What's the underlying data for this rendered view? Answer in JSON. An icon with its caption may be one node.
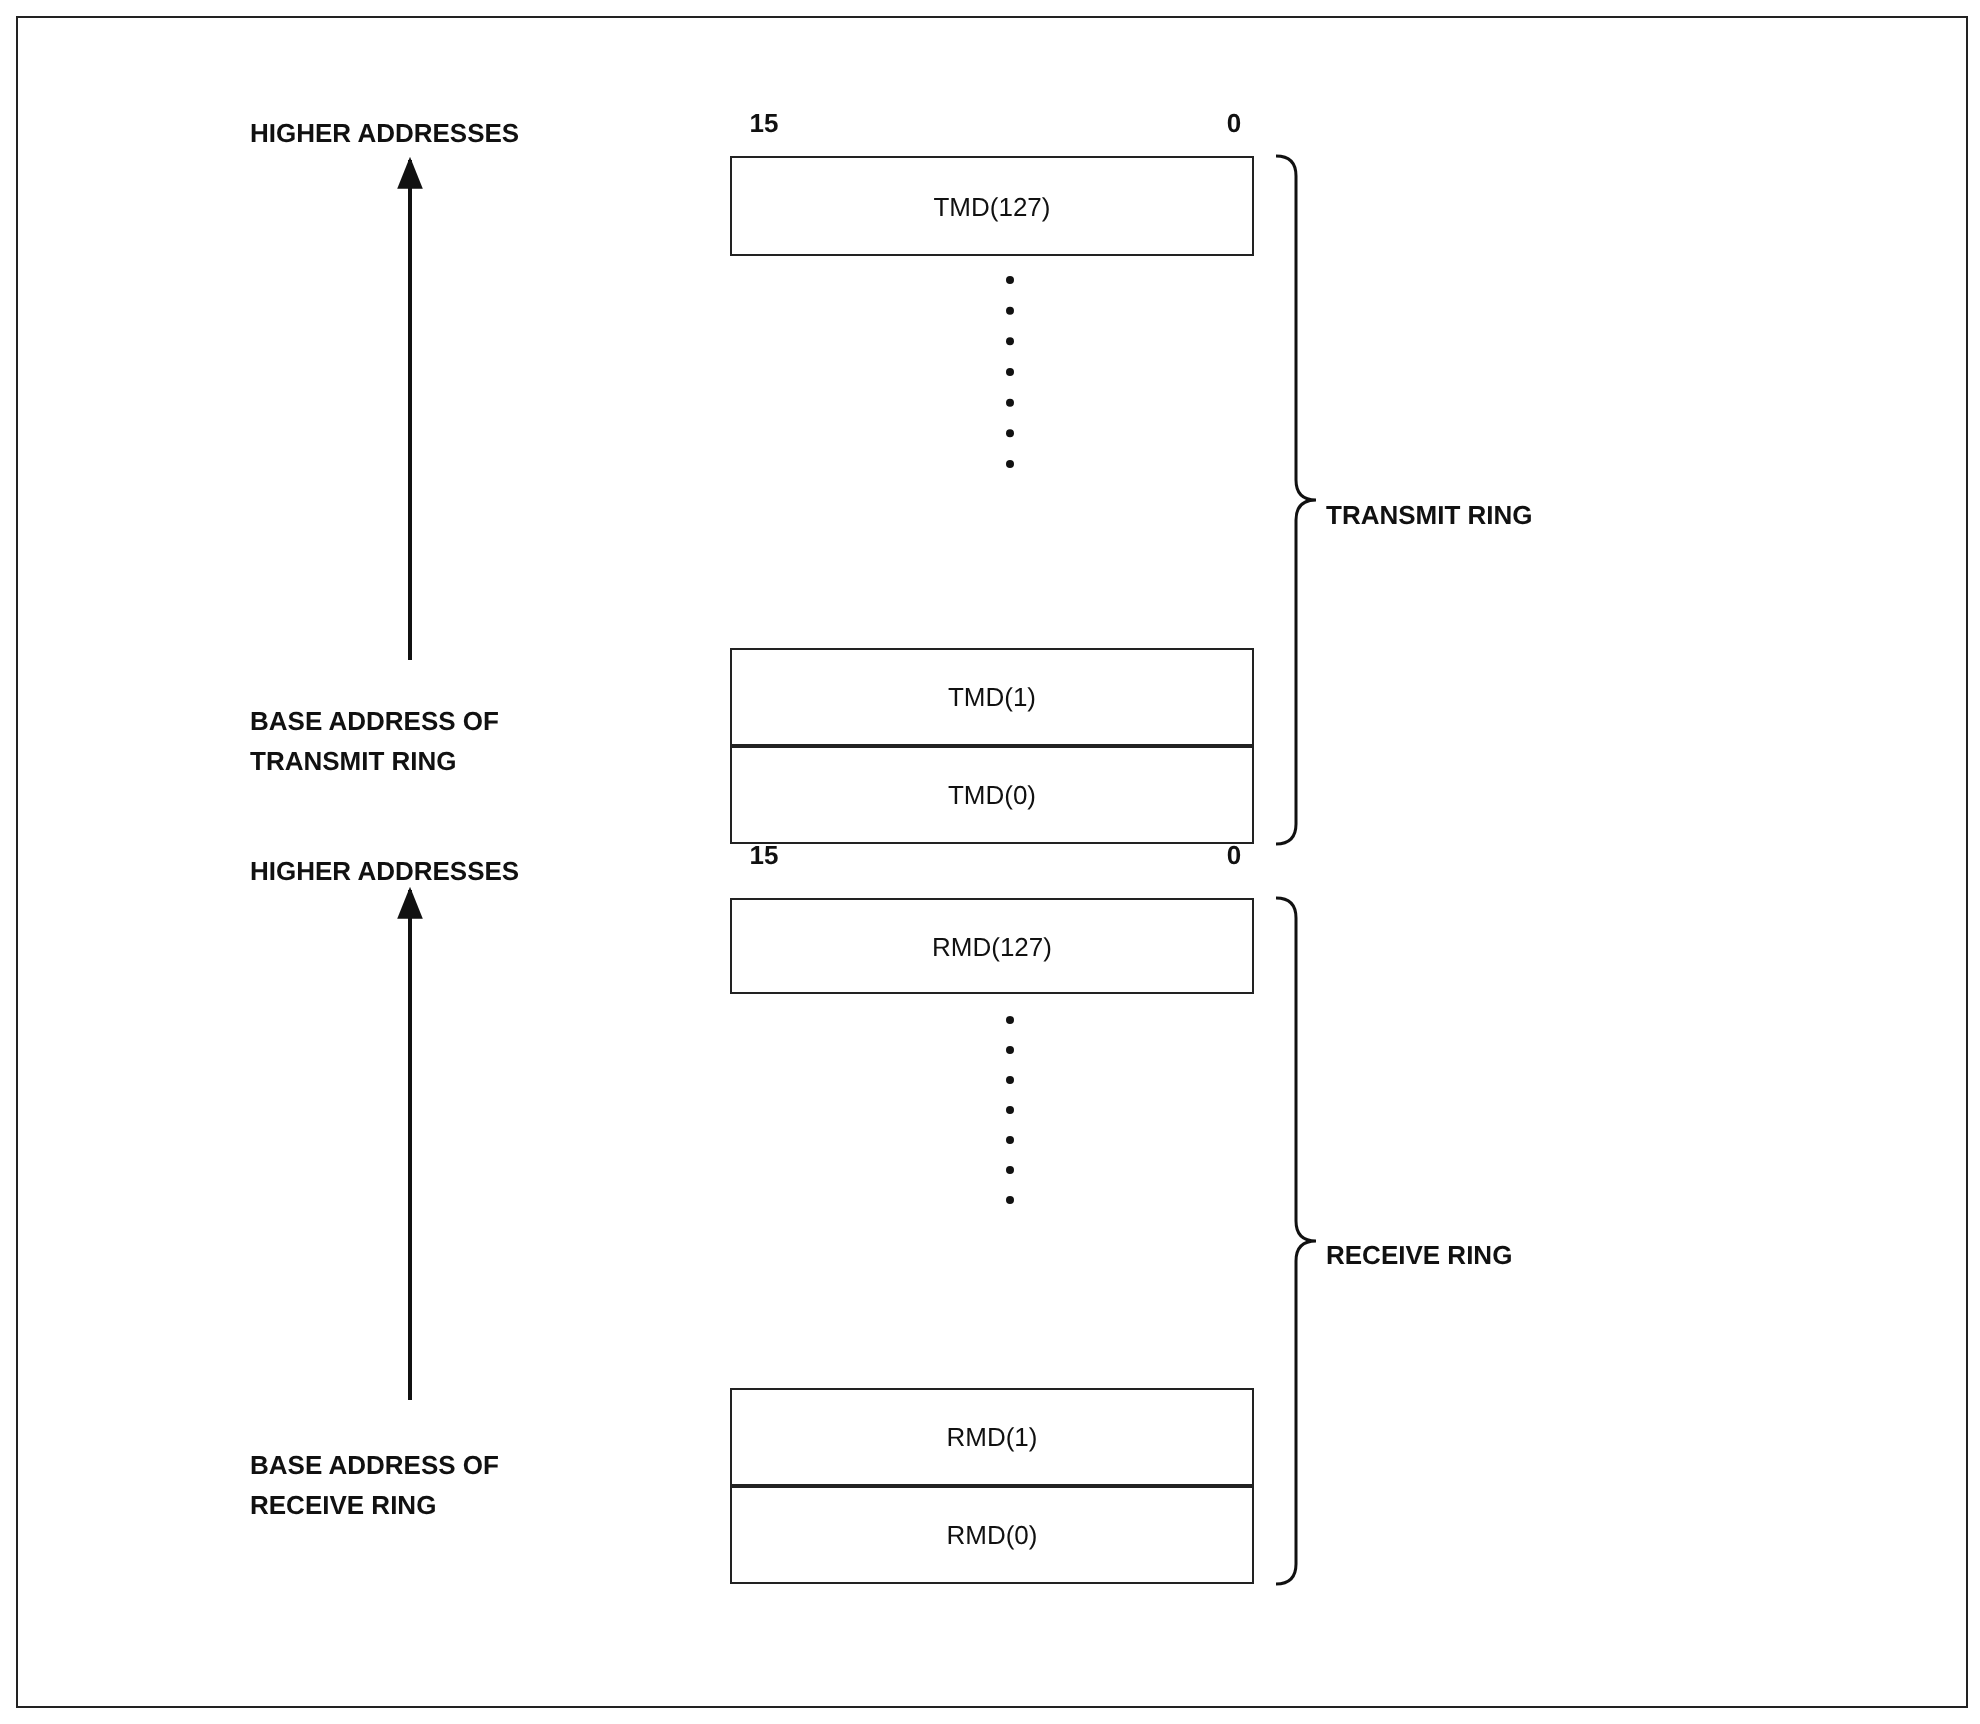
{
  "diagram": {
    "nodes": [
      {
        "text": [
          "TMD(127)"
        ]
      },
      {
        "text": [
          "TMD(1)"
        ]
      },
      {
        "text": [
          "TMD(0)"
        ]
      },
      {
        "text": [
          "RMD(127)"
        ]
      },
      {
        "text": [
          "RMD(1)"
        ]
      },
      {
        "text": [
          "RMD(0)"
        ]
      }
    ],
    "labels": [
      "15",
      "0",
      "HIGHER ADDRESSES",
      "TRANSMIT RING",
      "BASE ADDRESS OF TRANSMIT RING",
      "15",
      "0",
      "HIGHER ADDRESSES",
      "RECEIVE RING",
      "BASE ADDRESS OF RECEIVE RING"
    ]
  }
}
